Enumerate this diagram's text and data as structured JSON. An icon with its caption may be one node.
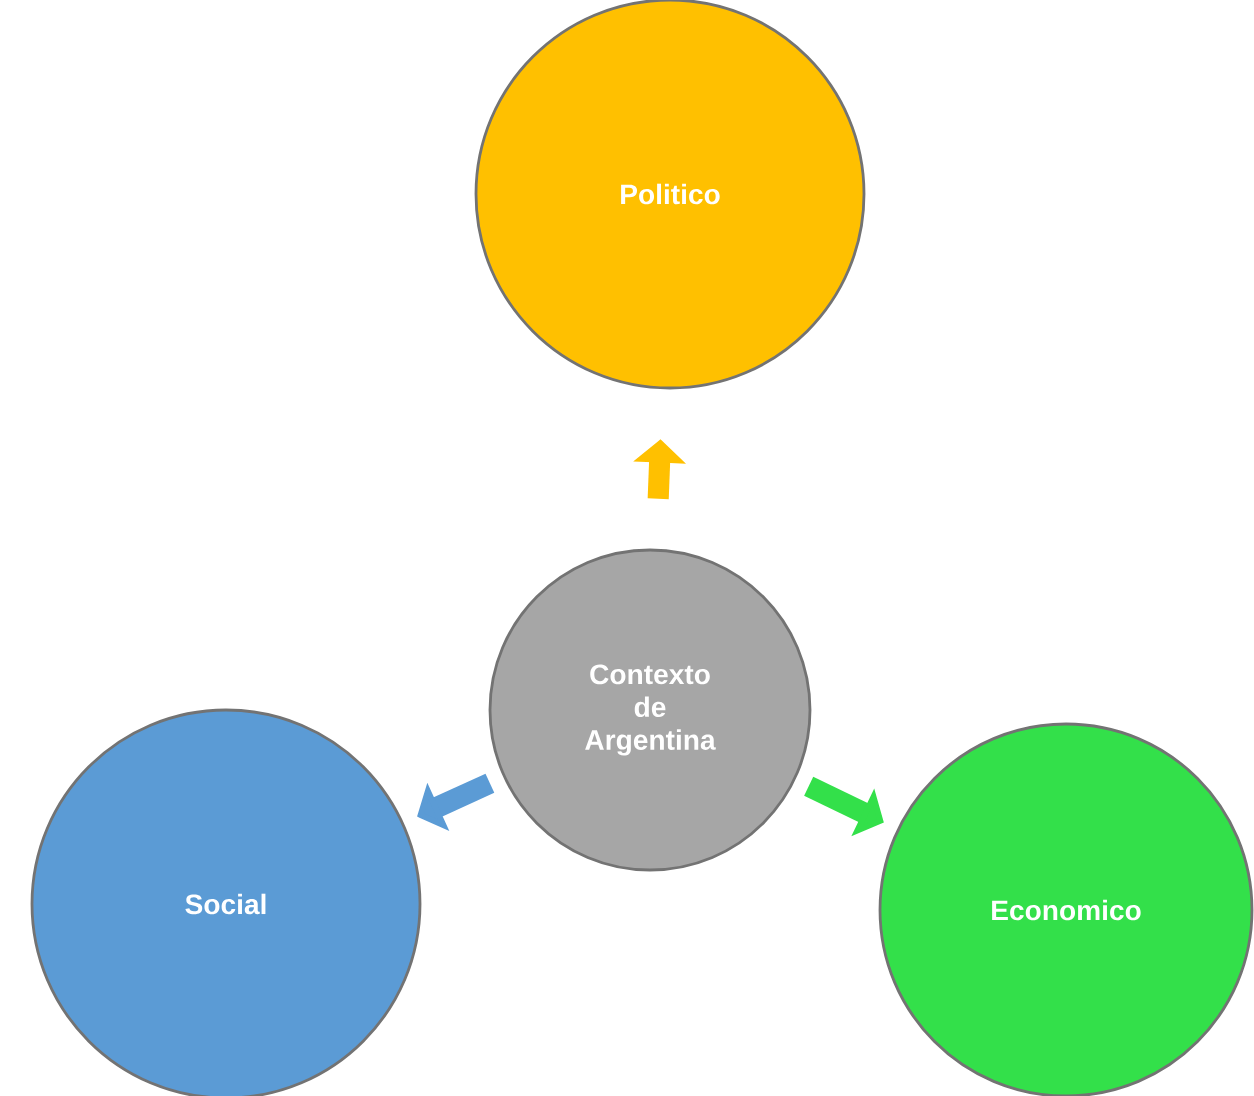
{
  "diagram": {
    "nodes": [
      {
        "text": [
          "Politico"
        ]
      },
      {
        "text": [
          "Contexto de Argentina"
        ]
      },
      {
        "text": [
          "Social"
        ]
      },
      {
        "text": [
          "Economico"
        ]
      }
    ],
    "edges": [
      {
        "from": 1,
        "to": 0,
        "arrow": "to",
        "color": "#ffc000"
      },
      {
        "from": 1,
        "to": 2,
        "arrow": "to",
        "color": "#5b9bd5"
      },
      {
        "from": 1,
        "to": 3,
        "arrow": "to",
        "color": "#33e04a"
      }
    ]
  }
}
